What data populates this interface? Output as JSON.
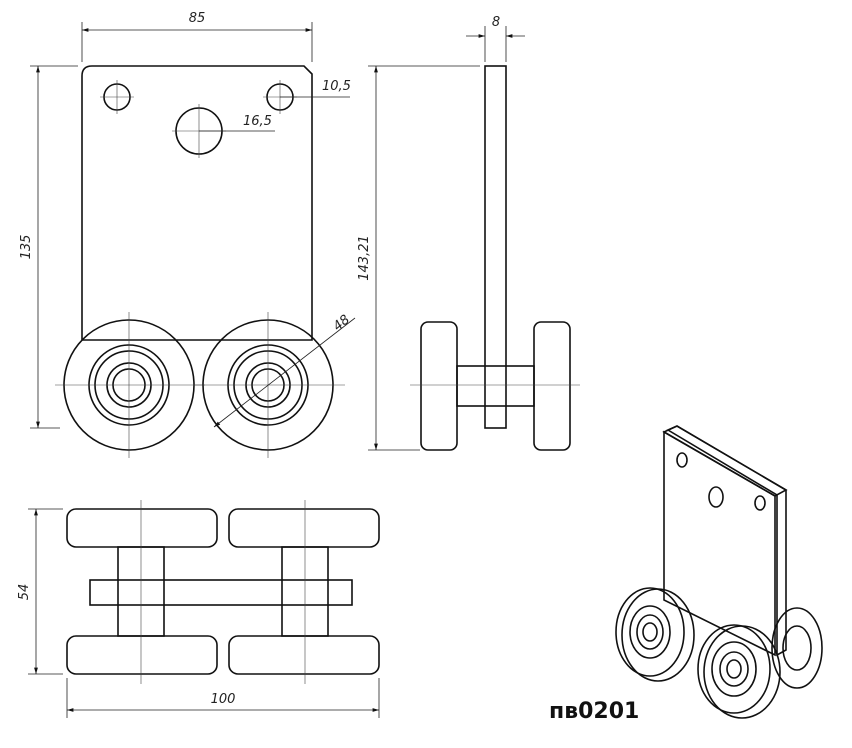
{
  "dimensions": {
    "plate_width": "85",
    "plate_height": "135",
    "plate_thickness": "8",
    "side_height": "143,21",
    "small_hole": "10,5",
    "big_hole": "16,5",
    "wheel_diameter": "48",
    "assembly_height": "54",
    "assembly_width": "100"
  },
  "product_code": "пв0201",
  "colors": {
    "line": "#111111",
    "background": "#ffffff"
  }
}
